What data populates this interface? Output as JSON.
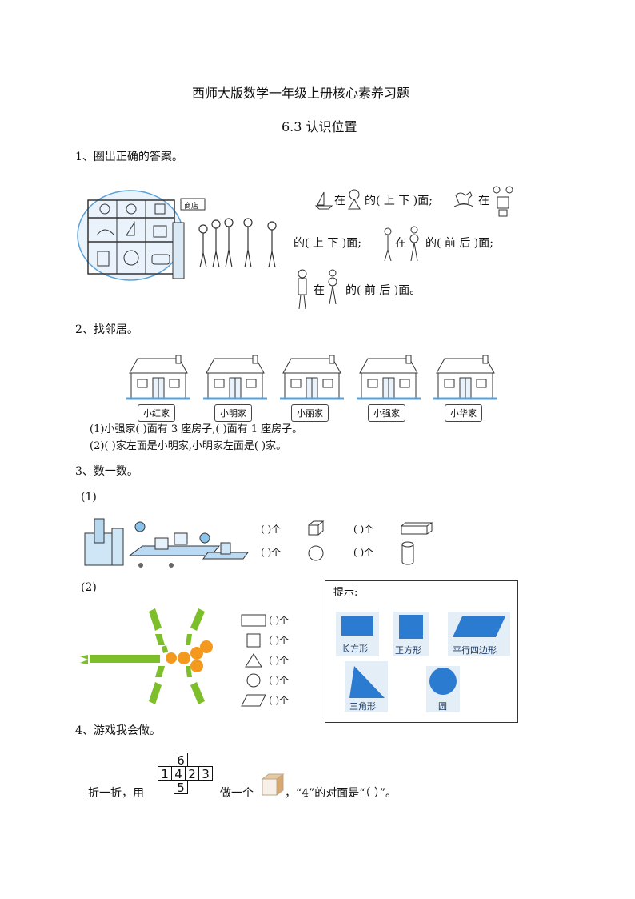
{
  "header": {
    "title": "西师大版数学一年级上册核心素养习题",
    "subtitle": "6.3 认识位置"
  },
  "q1": {
    "heading": "1、圈出正确的答案。",
    "shop_sign": "商店",
    "zai": "在",
    "de_shang_xia": "的( 上 下 )面;",
    "de_qian_hou": "的( 前 后 )面;",
    "de_qian_hou_end": "的( 前 后 )面。"
  },
  "q2": {
    "heading": "2、找邻居。",
    "houses": [
      "小红家",
      "小明家",
      "小丽家",
      "小强家",
      "小华家"
    ],
    "line1": "(1)小强家(        )面有 3 座房子,(        )面有 1 座房子。",
    "line2": "(2)(        )家左面是小明家,小明家左面是(        )家。"
  },
  "q3": {
    "heading": "3、数一数。",
    "part1_label": "(1)",
    "part2_label": "(2)",
    "blank": "(      )个",
    "count_blank": "(  )个",
    "hint_title": "提示:",
    "hint_shapes": [
      "长方形",
      "正方形",
      "平行四边形",
      "三角形",
      "圆"
    ]
  },
  "q4": {
    "heading": "4、游戏我会做。",
    "text_before": "折一折，用",
    "text_mid": "做一个",
    "text_after": "，“4”的对面是“（      ）”。",
    "net": {
      "top": "6",
      "row": [
        "1",
        "4",
        "2",
        "3"
      ],
      "bottom": "5"
    }
  },
  "colors": {
    "shape_blue": "#2b7bd1",
    "leaf_green": "#7cbf2a",
    "orange": "#f39a1e"
  }
}
